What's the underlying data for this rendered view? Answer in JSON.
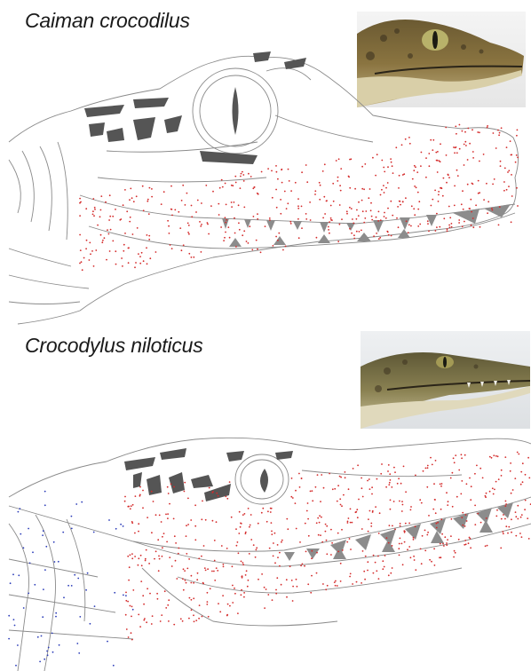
{
  "figure": {
    "top": {
      "species": "Caiman crocodilus"
    },
    "bottom": {
      "species": "Crocodylus niloticus"
    }
  },
  "colors": {
    "line": "#8a8a8a",
    "pigment": "#555555",
    "teeth": "#8c8c8c",
    "sensory_dot_red": "#d42a2a",
    "sensory_dot_blue": "#2a3bb8",
    "background": "#ffffff"
  },
  "icons": {
    "photo_top": "caiman-head-photo",
    "photo_bottom": "nile-crocodile-head-photo"
  }
}
